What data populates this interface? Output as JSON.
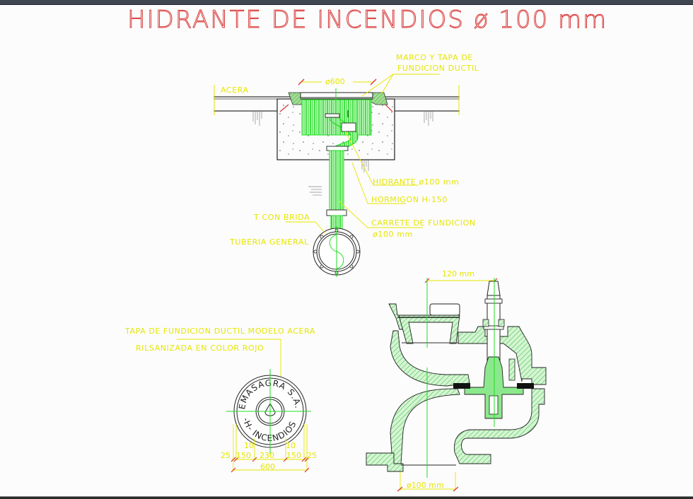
{
  "window": {
    "topbar_color": "#3f4752",
    "background": "#fcfcfc"
  },
  "drawing": {
    "title": "HIDRANTE DE INCENDIOS ø 100 mm",
    "colors": {
      "title": "#d92b2b",
      "labels": "#e6e600",
      "pipe": "#22dd22",
      "hatch": "#66dd66",
      "lines": "#222222",
      "dim_ticks": "#dd3333"
    },
    "section_view": {
      "labels": {
        "acera": "ACERA",
        "diam_600": "ø600",
        "marco_line1": "MARCO Y TAPA DE",
        "marco_line2": "FUNDICION DUCTIL",
        "hidrante": "HIDRANTE ø100 mm",
        "hormigon": "HORMIGON H-150",
        "carrete_line1": "CARRETE DE FUNDICION",
        "carrete_line2": "ø100 mm",
        "t_con_brida": "T CON BRIDA",
        "tuberia_general": "TUBERIA GENERAL"
      }
    },
    "cover_view": {
      "label_line1": "TAPA DE FUNDICION DUCTIL MODELO ACERA",
      "label_line2": "RILSANIZADA EN COLOR ROJO",
      "cover_text_top": "EMASAGRA S.A.",
      "cover_text_bottom": "-H- INCENDIOS",
      "dimensions": {
        "d1": "25",
        "d2": "150",
        "d3": "10",
        "d4": "230",
        "d5": "10",
        "d6": "150",
        "d7": "25",
        "total": "600"
      }
    },
    "detail_view": {
      "top_dim": "120 mm",
      "bottom_dim": "ø100 mm"
    }
  }
}
